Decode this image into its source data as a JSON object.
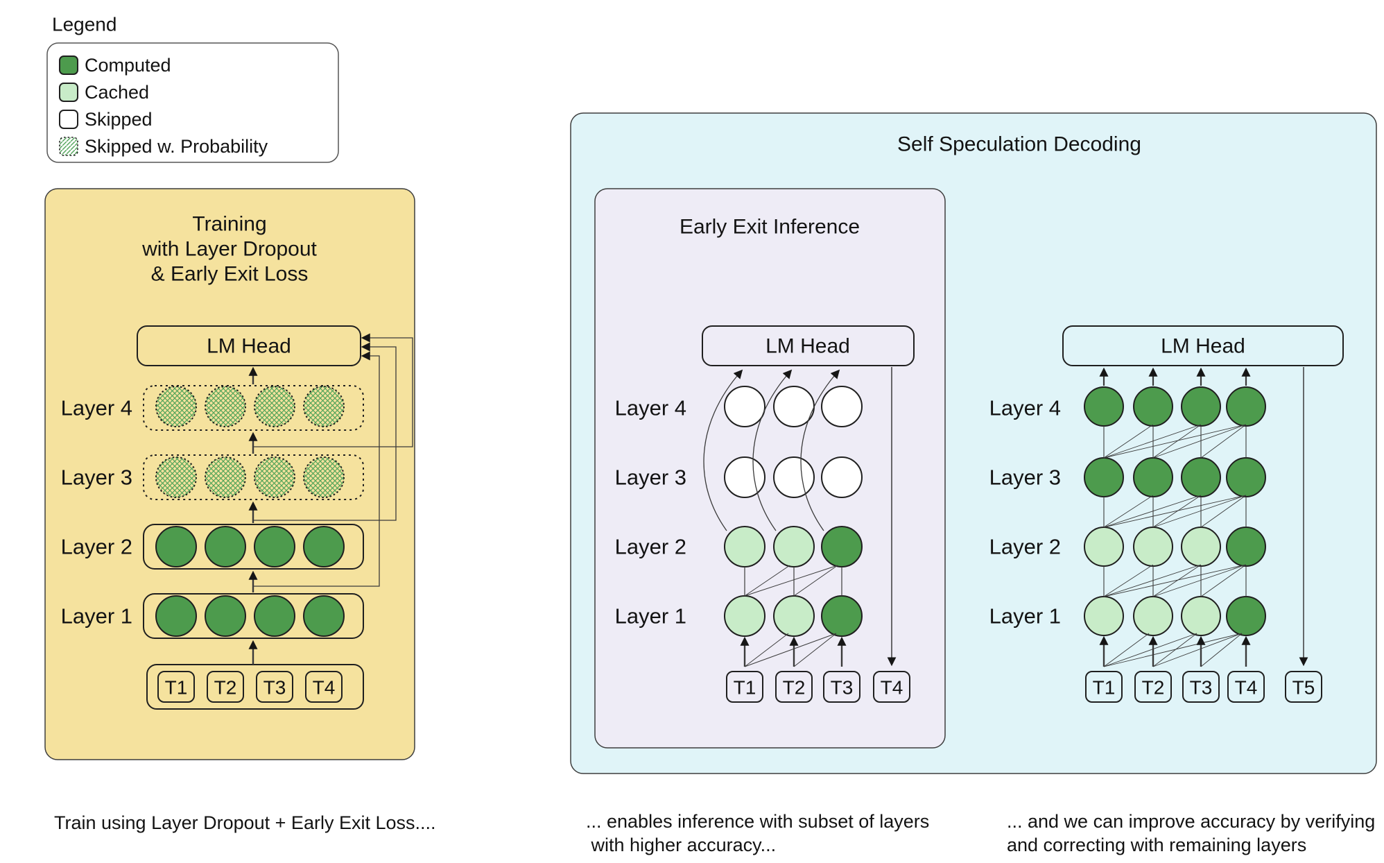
{
  "colors": {
    "computed": "#4d9b4d",
    "cached": "#c8ecc8",
    "skipped": "#ffffff",
    "hatch_line": "#52a45a",
    "panel_yellow": "#f5e29e",
    "panel_blue": "#e0f4f8",
    "panel_purple": "#eeecf6"
  },
  "legend": {
    "title": "Legend",
    "items": [
      {
        "label": "Computed",
        "swatch": "computed"
      },
      {
        "label": "Cached",
        "swatch": "cached"
      },
      {
        "label": "Skipped",
        "swatch": "skipped"
      },
      {
        "label": "Skipped w. Probability",
        "swatch": "hatch"
      }
    ]
  },
  "training": {
    "title_lines": [
      "Training",
      "with Layer Dropout",
      "& Early Exit Loss"
    ],
    "lm_head": "LM Head",
    "layers": [
      "Layer 4",
      "Layer 3",
      "Layer 2",
      "Layer 1"
    ],
    "rows": [
      [
        "hatch",
        "hatch",
        "hatch",
        "hatch"
      ],
      [
        "hatch",
        "hatch",
        "hatch",
        "hatch"
      ],
      [
        "computed",
        "computed",
        "computed",
        "computed"
      ],
      [
        "computed",
        "computed",
        "computed",
        "computed"
      ]
    ],
    "tokens": [
      "T1",
      "T2",
      "T3",
      "T4"
    ],
    "caption": "Train using Layer Dropout + Early Exit Loss...."
  },
  "speculation": {
    "title": "Self Speculation Decoding"
  },
  "early_exit": {
    "title": "Early Exit Inference",
    "lm_head": "LM Head",
    "layers": [
      "Layer 4",
      "Layer 3",
      "Layer 2",
      "Layer 1"
    ],
    "rows": [
      [
        "skipped",
        "skipped",
        "skipped"
      ],
      [
        "skipped",
        "skipped",
        "skipped"
      ],
      [
        "cached",
        "cached",
        "computed"
      ],
      [
        "cached",
        "cached",
        "computed"
      ]
    ],
    "tokens": [
      "T1",
      "T2",
      "T3"
    ],
    "output_token": "T4",
    "caption_lines": [
      "... enables inference with subset of layers",
      " with higher accuracy..."
    ]
  },
  "verify": {
    "lm_head": "LM Head",
    "layers": [
      "Layer 4",
      "Layer 3",
      "Layer 2",
      "Layer 1"
    ],
    "rows": [
      [
        "computed",
        "computed",
        "computed",
        "computed"
      ],
      [
        "computed",
        "computed",
        "computed",
        "computed"
      ],
      [
        "cached",
        "cached",
        "cached",
        "computed"
      ],
      [
        "cached",
        "cached",
        "cached",
        "computed"
      ]
    ],
    "tokens": [
      "T1",
      "T2",
      "T3",
      "T4"
    ],
    "output_token": "T5",
    "caption_lines": [
      "... and we can improve accuracy by verifying",
      "and correcting with remaining layers"
    ]
  }
}
